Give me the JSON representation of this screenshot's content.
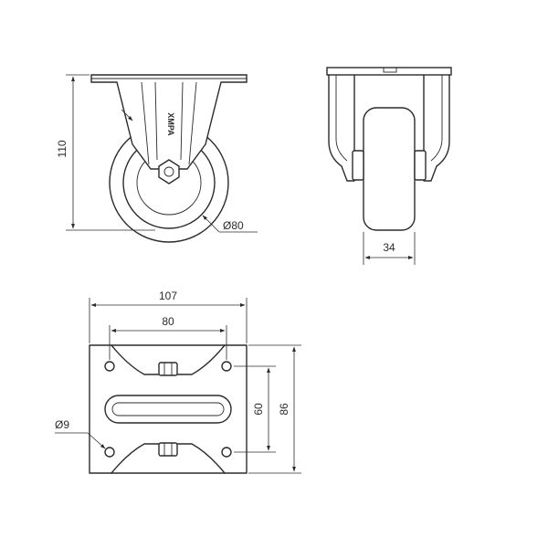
{
  "dimensions": {
    "height_total": "110",
    "wheel_diameter": "Ø80",
    "wheel_width": "34",
    "plate_width": "107",
    "hole_spacing_x": "80",
    "hole_spacing_y": "60",
    "plate_length": "86",
    "hole_diameter": "Ø9"
  },
  "brand_logo": "XMPA",
  "colors": {
    "line": "#2b2b2b",
    "background": "#ffffff"
  }
}
